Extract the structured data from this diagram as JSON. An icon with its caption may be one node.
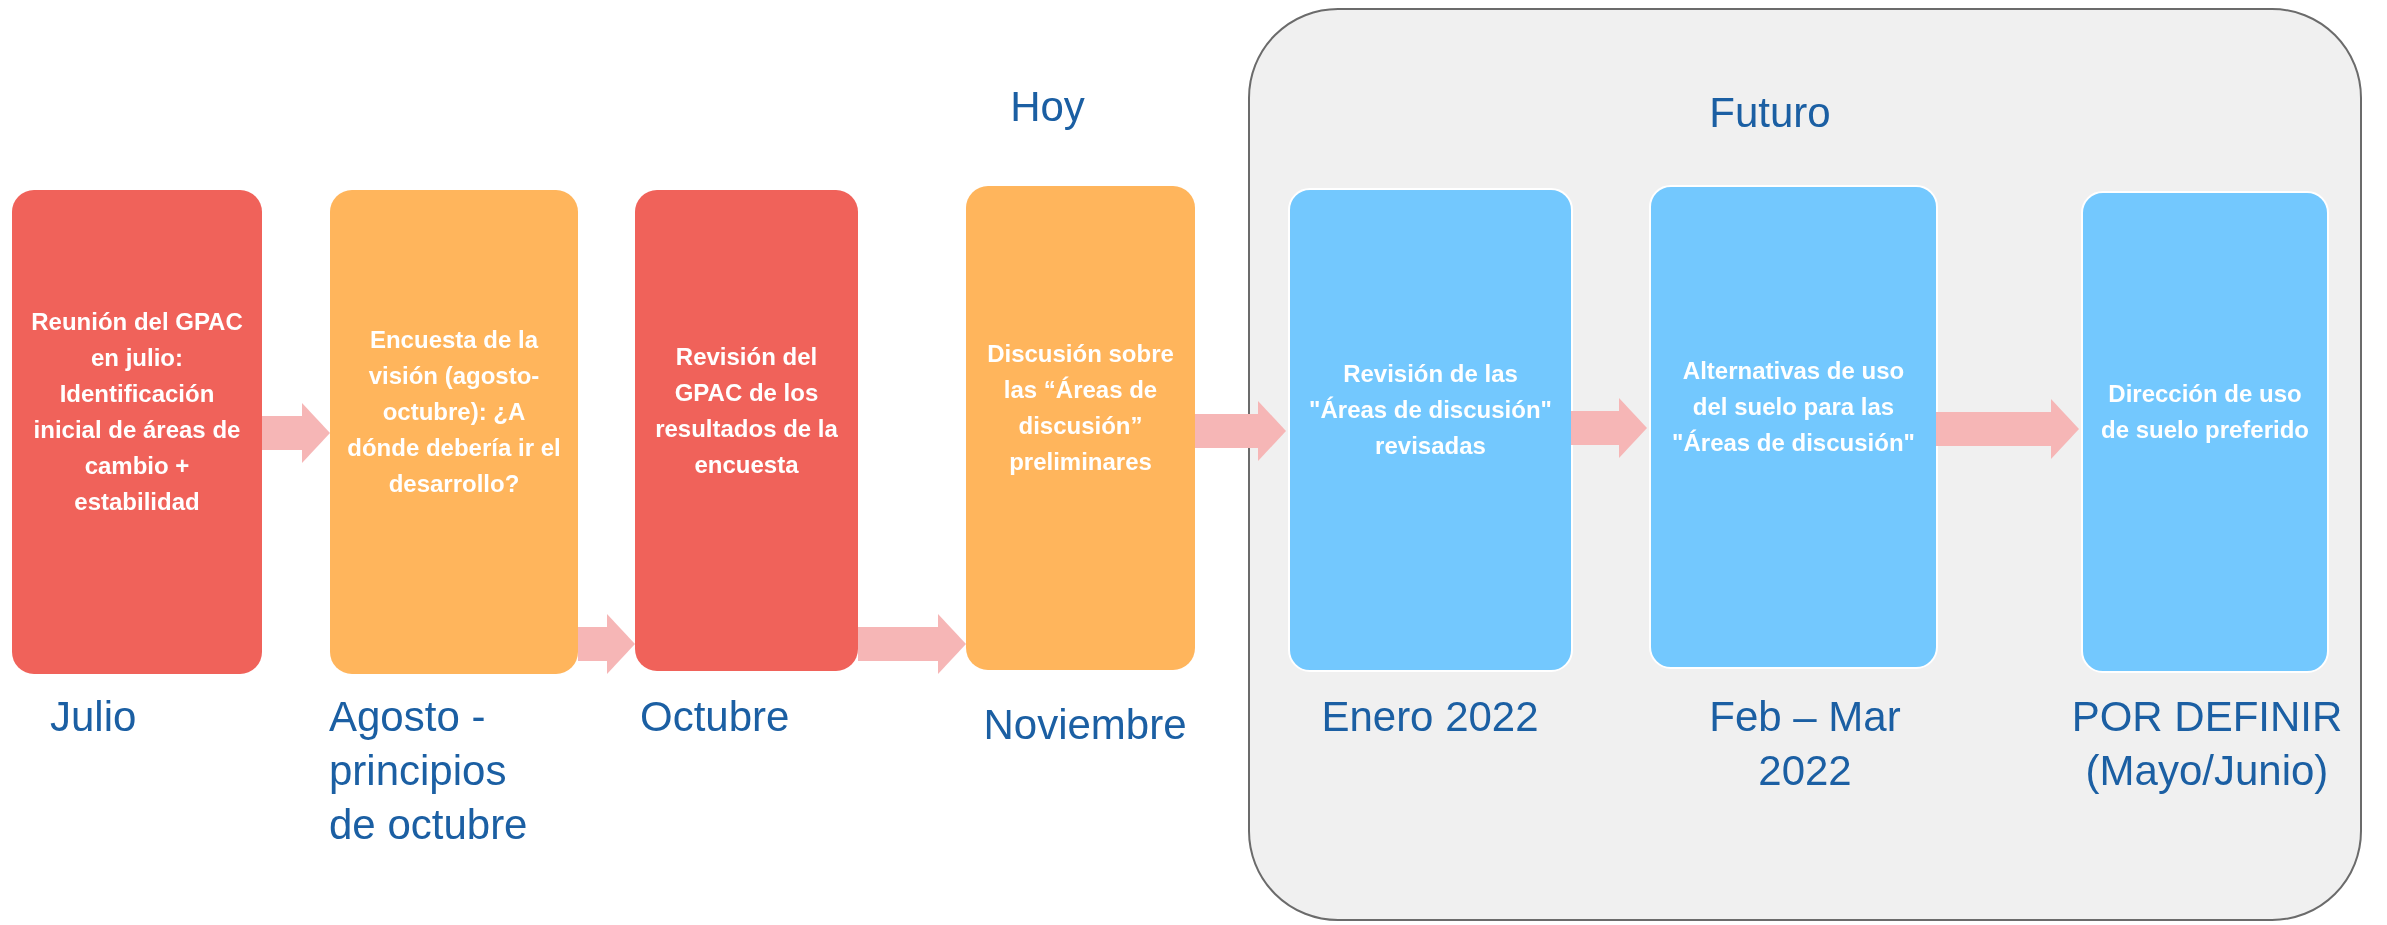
{
  "diagram": {
    "nodes": [
      {
        "text": [
          "Futuro"
        ]
      },
      {
        "text": [
          "Reunión del GPAC en julio: Identificación inicial de áreas de cambio + estabilidad"
        ],
        "beside": [
          "Julio"
        ]
      },
      {
        "text": [
          "Encuesta de la visión (agosto-octubre): ¿A dónde debería ir el desarrollo?"
        ],
        "beside": [
          "Agosto - principios de octubre"
        ]
      },
      {
        "text": [
          "Revisión del GPAC de los resultados de la encuesta"
        ],
        "beside": [
          "Octubre"
        ]
      },
      {
        "text": [
          "Discusión sobre las “Áreas de discusión” preliminares"
        ],
        "beside": [
          "Hoy",
          "Noviembre"
        ]
      },
      {
        "text": [
          "Revisión de las \"Áreas de discusión\" revisadas"
        ],
        "in": 0,
        "beside": [
          "Enero 2022"
        ]
      },
      {
        "text": [
          "Alternativas de uso del suelo para las \"Áreas de discusión\""
        ],
        "in": 0,
        "beside": [
          "Feb – Mar 2022"
        ]
      },
      {
        "text": [
          "Dirección de uso de suelo preferido"
        ],
        "in": 0,
        "beside": [
          "POR DEFINIR (Mayo/Junio)"
        ]
      }
    ],
    "edges": [
      {
        "from": 1,
        "to": 2,
        "arrow": "to"
      },
      {
        "from": 2,
        "to": 3,
        "arrow": "to"
      },
      {
        "from": 3,
        "to": 4,
        "arrow": "to"
      },
      {
        "from": 4,
        "to": 5,
        "arrow": "to"
      },
      {
        "from": 5,
        "to": 6,
        "arrow": "to"
      },
      {
        "from": 6,
        "to": 7,
        "arrow": "to"
      }
    ]
  }
}
